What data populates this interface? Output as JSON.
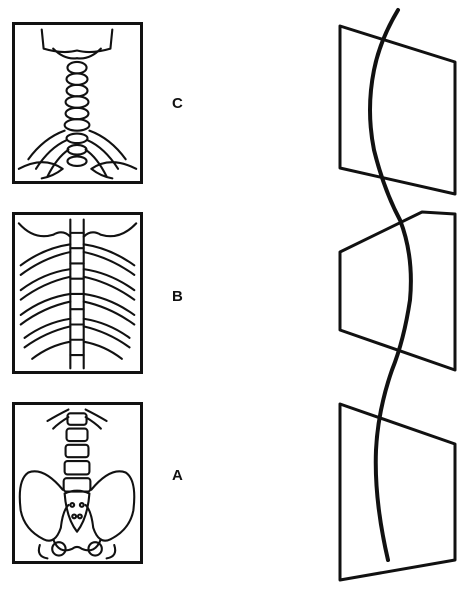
{
  "labels": {
    "c": "C",
    "b": "B",
    "a": "A"
  },
  "colors": {
    "ink": "#111111",
    "background": "#ffffff"
  }
}
